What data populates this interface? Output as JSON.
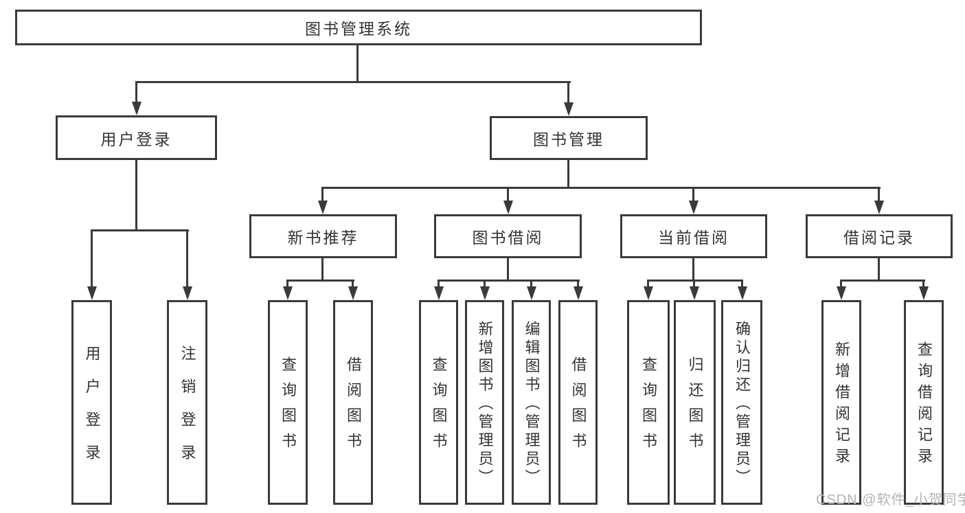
{
  "tree": {
    "label": "图书管理系统",
    "children": [
      {
        "label": "用户登录",
        "children": [
          {
            "label": "用户登录"
          },
          {
            "label": "注销登录"
          }
        ]
      },
      {
        "label": "图书管理",
        "children": [
          {
            "label": "新书推荐",
            "children": [
              {
                "label": "查询图书"
              },
              {
                "label": "借阅图书"
              }
            ]
          },
          {
            "label": "图书借阅",
            "children": [
              {
                "label": "查询图书"
              },
              {
                "label": "新增图书（管理员）"
              },
              {
                "label": "编辑图书（管理员）"
              },
              {
                "label": "借阅图书"
              }
            ]
          },
          {
            "label": "当前借阅",
            "children": [
              {
                "label": "查询图书"
              },
              {
                "label": "归还图书"
              },
              {
                "label": "确认归还（管理员）"
              }
            ]
          },
          {
            "label": "借阅记录",
            "children": [
              {
                "label": "新增借阅记录"
              },
              {
                "label": "查询借阅记录"
              }
            ]
          }
        ]
      }
    ]
  },
  "watermark": {
    "text": "CSDN @软件_小贺同学"
  },
  "colors": {
    "line": "#3a3a3a",
    "text": "#333333",
    "watermark": "#b3b3b3"
  }
}
